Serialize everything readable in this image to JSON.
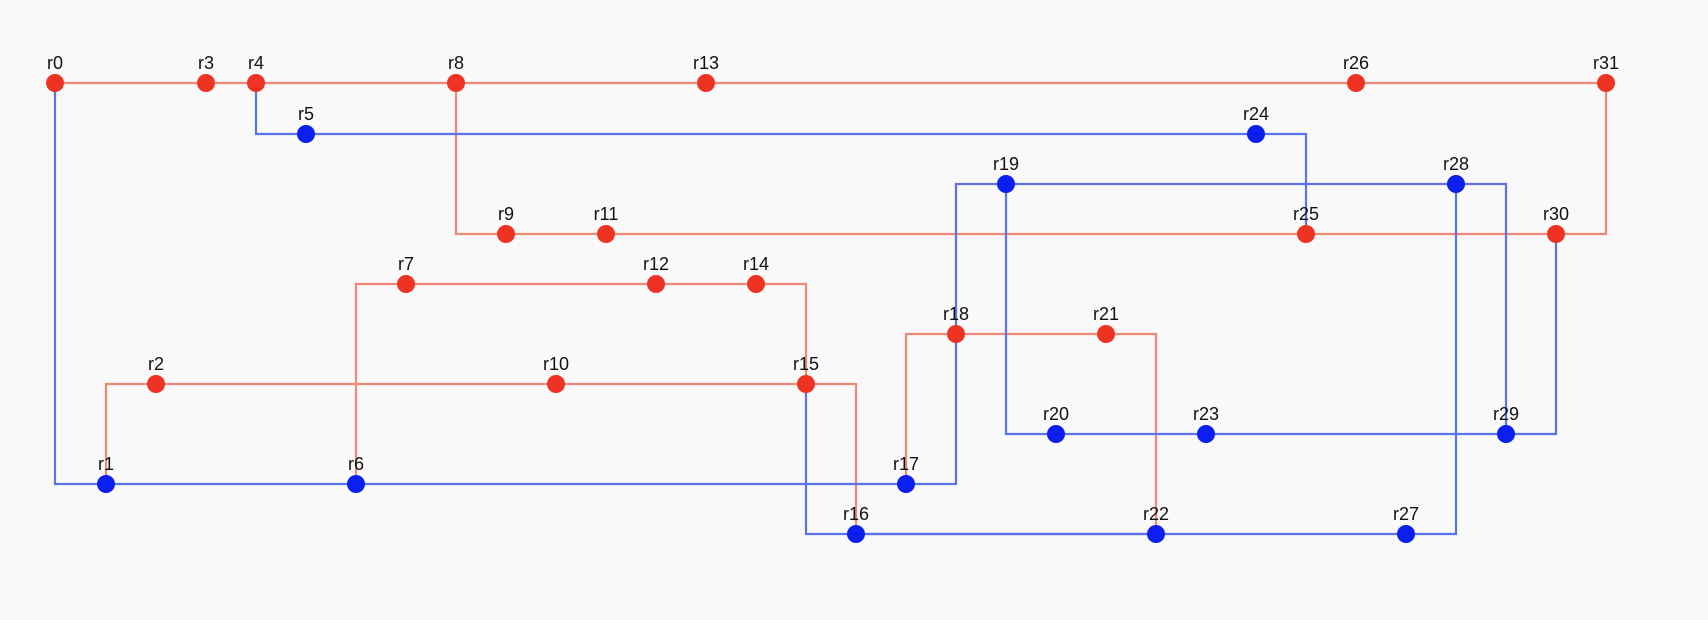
{
  "colors": {
    "background": "#f9f9f9",
    "red_node": "#ee3322",
    "red_edge": "#ee8877",
    "blue_node": "#0a1ff0",
    "blue_edge": "#5b72e8",
    "label": "#111111"
  },
  "nodes": [
    {
      "id": "r0",
      "label": "r0",
      "color": "red"
    },
    {
      "id": "r1",
      "label": "r1",
      "color": "blue"
    },
    {
      "id": "r2",
      "label": "r2",
      "color": "red"
    },
    {
      "id": "r3",
      "label": "r3",
      "color": "red"
    },
    {
      "id": "r4",
      "label": "r4",
      "color": "red"
    },
    {
      "id": "r5",
      "label": "r5",
      "color": "blue"
    },
    {
      "id": "r6",
      "label": "r6",
      "color": "blue"
    },
    {
      "id": "r7",
      "label": "r7",
      "color": "red"
    },
    {
      "id": "r8",
      "label": "r8",
      "color": "red"
    },
    {
      "id": "r9",
      "label": "r9",
      "color": "red"
    },
    {
      "id": "r10",
      "label": "r10",
      "color": "red"
    },
    {
      "id": "r11",
      "label": "r11",
      "color": "red"
    },
    {
      "id": "r12",
      "label": "r12",
      "color": "red"
    },
    {
      "id": "r13",
      "label": "r13",
      "color": "red"
    },
    {
      "id": "r14",
      "label": "r14",
      "color": "red"
    },
    {
      "id": "r15",
      "label": "r15",
      "color": "red"
    },
    {
      "id": "r16",
      "label": "r16",
      "color": "blue"
    },
    {
      "id": "r17",
      "label": "r17",
      "color": "blue"
    },
    {
      "id": "r18",
      "label": "r18",
      "color": "red"
    },
    {
      "id": "r19",
      "label": "r19",
      "color": "blue"
    },
    {
      "id": "r20",
      "label": "r20",
      "color": "blue"
    },
    {
      "id": "r21",
      "label": "r21",
      "color": "red"
    },
    {
      "id": "r22",
      "label": "r22",
      "color": "blue"
    },
    {
      "id": "r23",
      "label": "r23",
      "color": "blue"
    },
    {
      "id": "r24",
      "label": "r24",
      "color": "blue"
    },
    {
      "id": "r25",
      "label": "r25",
      "color": "red"
    },
    {
      "id": "r26",
      "label": "r26",
      "color": "red"
    },
    {
      "id": "r27",
      "label": "r27",
      "color": "blue"
    },
    {
      "id": "r28",
      "label": "r28",
      "color": "blue"
    },
    {
      "id": "r29",
      "label": "r29",
      "color": "blue"
    },
    {
      "id": "r30",
      "label": "r30",
      "color": "red"
    },
    {
      "id": "r31",
      "label": "r31",
      "color": "red"
    }
  ],
  "edges": [
    {
      "from": "r0",
      "to": "r3",
      "color": "red"
    },
    {
      "from": "r3",
      "to": "r4",
      "color": "red"
    },
    {
      "from": "r4",
      "to": "r8",
      "color": "red"
    },
    {
      "from": "r8",
      "to": "r13",
      "color": "red"
    },
    {
      "from": "r13",
      "to": "r26",
      "color": "red"
    },
    {
      "from": "r26",
      "to": "r31",
      "color": "red"
    },
    {
      "from": "r31",
      "to": "r30",
      "color": "red"
    },
    {
      "from": "r30",
      "to": "r25",
      "color": "red"
    },
    {
      "from": "r25",
      "to": "r11",
      "color": "red"
    },
    {
      "from": "r11",
      "to": "r9",
      "color": "red"
    },
    {
      "from": "r9",
      "to": "r8",
      "color": "red"
    },
    {
      "from": "r0",
      "to": "r1",
      "color": "blue"
    },
    {
      "from": "r1",
      "to": "r2",
      "color": "red"
    },
    {
      "from": "r2",
      "to": "r10",
      "color": "red"
    },
    {
      "from": "r10",
      "to": "r15",
      "color": "red"
    },
    {
      "from": "r15",
      "to": "r16",
      "color": "red"
    },
    {
      "from": "r4",
      "to": "r5",
      "color": "blue"
    },
    {
      "from": "r5",
      "to": "r24",
      "color": "blue"
    },
    {
      "from": "r24",
      "to": "r25",
      "color": "blue"
    },
    {
      "from": "r1",
      "to": "r6",
      "color": "blue"
    },
    {
      "from": "r6",
      "to": "r17",
      "color": "blue"
    },
    {
      "from": "r17",
      "to": "r19",
      "color": "blue"
    },
    {
      "from": "r6",
      "to": "r7",
      "color": "red"
    },
    {
      "from": "r7",
      "to": "r12",
      "color": "red"
    },
    {
      "from": "r12",
      "to": "r14",
      "color": "red"
    },
    {
      "from": "r14",
      "to": "r15",
      "color": "red"
    },
    {
      "from": "r15",
      "to": "r22",
      "color": "blue"
    },
    {
      "from": "r16",
      "to": "r22",
      "color": "blue"
    },
    {
      "from": "r22",
      "to": "r27",
      "color": "blue"
    },
    {
      "from": "r27",
      "to": "r28",
      "color": "blue"
    },
    {
      "from": "r17",
      "to": "r18",
      "color": "red"
    },
    {
      "from": "r18",
      "to": "r21",
      "color": "red"
    },
    {
      "from": "r21",
      "to": "r22",
      "color": "red"
    },
    {
      "from": "r19",
      "to": "r28",
      "color": "blue"
    },
    {
      "from": "r28",
      "to": "r29",
      "color": "blue"
    },
    {
      "from": "r19",
      "to": "r20",
      "color": "blue"
    },
    {
      "from": "r20",
      "to": "r23",
      "color": "blue"
    },
    {
      "from": "r23",
      "to": "r29",
      "color": "blue"
    },
    {
      "from": "r29",
      "to": "r30",
      "color": "blue"
    }
  ]
}
